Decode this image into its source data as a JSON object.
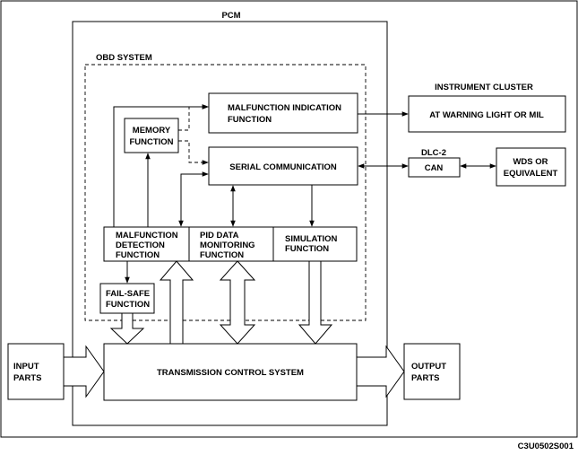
{
  "labels": {
    "pcm": "PCM",
    "obd_system": "OBD SYSTEM",
    "instrument_cluster": "INSTRUMENT CLUSTER",
    "malfunction_indication": [
      "MALFUNCTION INDICATION",
      "FUNCTION"
    ],
    "memory_function": [
      "MEMORY",
      "FUNCTION"
    ],
    "serial_communication": "SERIAL COMMUNICATION",
    "at_warning_light": "AT WARNING LIGHT OR MIL",
    "dlc2": "DLC-2",
    "can": "CAN",
    "wds": [
      "WDS OR",
      "EQUIVALENT"
    ],
    "malfunction_detection": [
      "MALFUNCTION",
      "DETECTION",
      "FUNCTION"
    ],
    "pid_data_monitoring": [
      "PID DATA",
      "MONITORING",
      "FUNCTION"
    ],
    "simulation_function": [
      "SIMULATION",
      "FUNCTION"
    ],
    "fail_safe_function": [
      "FAIL-SAFE",
      "FUNCTION"
    ],
    "input_parts": [
      "INPUT",
      "PARTS"
    ],
    "transmission_control_system": "TRANSMISSION CONTROL SYSTEM",
    "output_parts": [
      "OUTPUT",
      "PARTS"
    ],
    "figure_code": "C3U0502S001"
  }
}
